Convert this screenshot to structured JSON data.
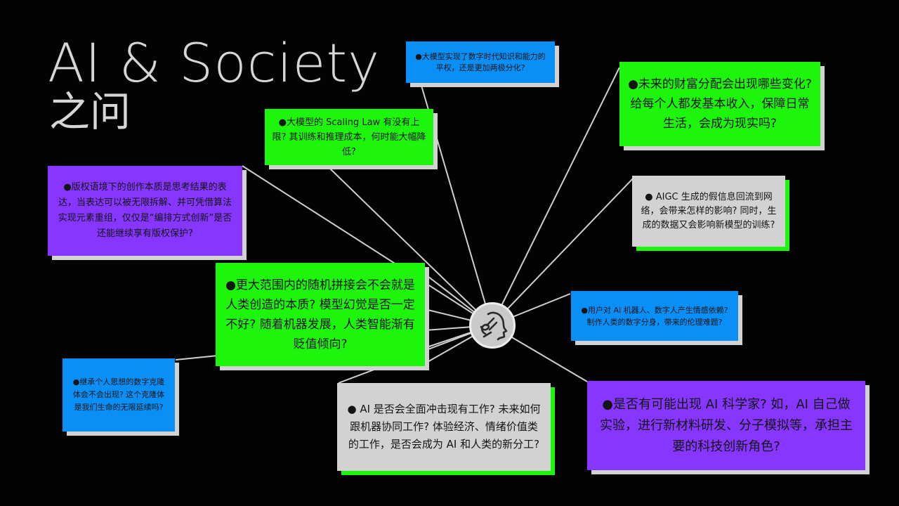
{
  "title": {
    "line1": "AI & Society",
    "line2": "之问"
  },
  "center_icon": "ai-head-icon",
  "colors": {
    "background": "#030303",
    "blue": "#0a8ff6",
    "green": "#1ef50c",
    "purple": "#8736ff",
    "gray": "#d2d2d2",
    "connector": "#cfcfcf"
  },
  "questions": {
    "digital_divide": "●大模型实现了数字时代知识和能力的平权，还是更加两极分化?",
    "scaling_law": "●大模型的 Scaling Law 有没有上限? 其训练和推理成本，何时能大幅降低?",
    "wealth": "●未来的财富分配会出现哪些变化? 给每个人都发基本收入，保障日常生活，会成为现实吗?",
    "copyright": "●版权语境下的创作本质是思考结果的表达，当表达可以被无限拆解、并可凭借算法实现元素重组，仅仅是“编排方式创新”是否还能继续享有版权保护?",
    "aigc_misinfo": "● AIGC 生成的假信息回流到网络，会带来怎样的影响? 同时，生成的数据又会影响新模型的训练?",
    "creativity": "●更大范围内的随机拼接会不会就是人类创造的本质? 模型幻觉是否一定不好? 随着机器发展，人类智能渐有贬值倾向?",
    "emotional_bond": "●用户对 AI 机器人、数字人产生情感依赖? 制作人类的数字分身，带来的伦理难题?",
    "digital_clone": "●继承个人思想的数字克隆体会不会出现? 这个克隆体是我们生命的无限延续吗?",
    "jobs": "● AI 是否会全面冲击现有工作? 未来如何跟机器协同工作? 体验经济、情绪价值类的工作，是否会成为 AI 和人类的新分工?",
    "ai_scientist": "●是否有可能出现 AI 科学家? 如，AI 自己做实验，进行新材料研发、分子模拟等，承担主要的科技创新角色?"
  }
}
